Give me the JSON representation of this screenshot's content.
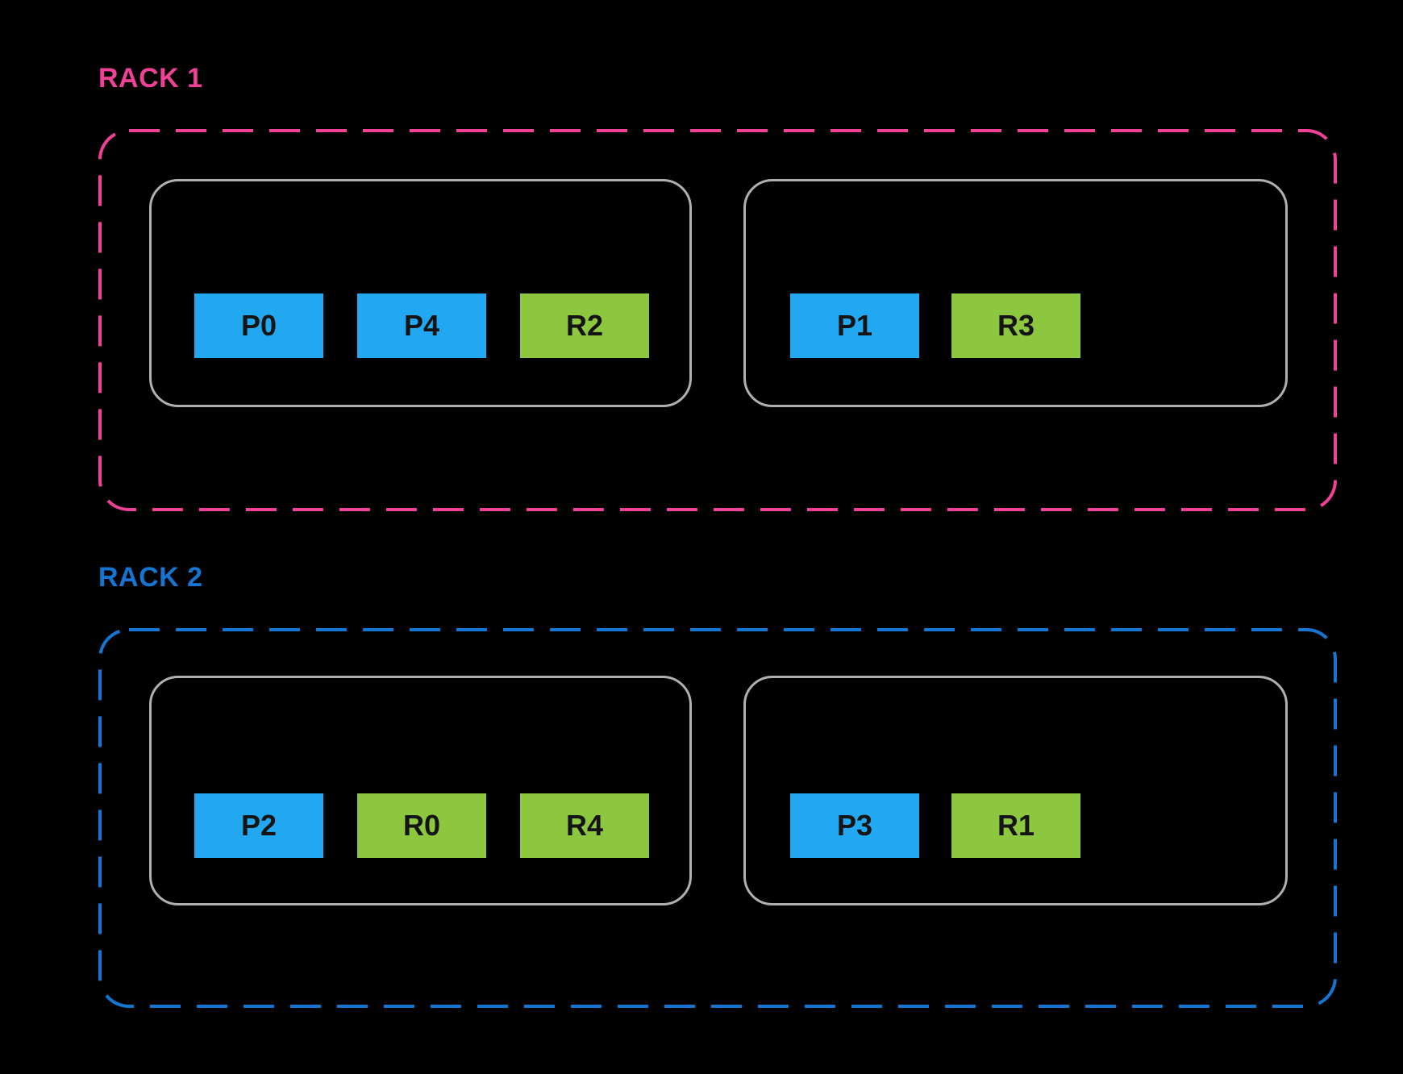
{
  "diagram_title": "",
  "colors": {
    "bg": "#000000",
    "rack1_accent": "#EF4196",
    "rack2_accent": "#1476D2",
    "node_border": "#B0B0B0",
    "primary_chip": "#21A8F1",
    "replica_chip": "#8DC63F",
    "chip_text": "#141414"
  },
  "racks": [
    {
      "label": "RACK 1",
      "nodes": [
        {
          "chips": [
            {
              "label": "P0",
              "type": "primary"
            },
            {
              "label": "P4",
              "type": "primary"
            },
            {
              "label": "R2",
              "type": "replica"
            }
          ]
        },
        {
          "chips": [
            {
              "label": "P1",
              "type": "primary"
            },
            {
              "label": "R3",
              "type": "replica"
            }
          ]
        }
      ]
    },
    {
      "label": "RACK 2",
      "nodes": [
        {
          "chips": [
            {
              "label": "P2",
              "type": "primary"
            },
            {
              "label": "R0",
              "type": "replica"
            },
            {
              "label": "R4",
              "type": "replica"
            }
          ]
        },
        {
          "chips": [
            {
              "label": "P3",
              "type": "primary"
            },
            {
              "label": "R1",
              "type": "replica"
            }
          ]
        }
      ]
    }
  ]
}
